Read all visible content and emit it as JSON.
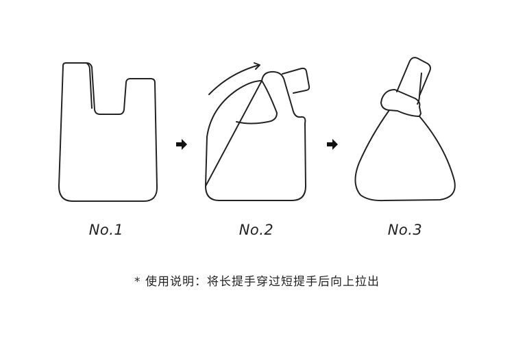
{
  "steps": [
    {
      "label": "No.1",
      "icon": "tote-bag-open-icon"
    },
    {
      "label": "No.2",
      "icon": "tote-bag-handle-threaded-icon"
    },
    {
      "label": "No.3",
      "icon": "tote-bag-knotted-icon"
    }
  ],
  "arrows": [
    "arrow-right-icon",
    "arrow-right-icon"
  ],
  "instruction": "* 使用说明：将长提手穿过短提手后向上拉出",
  "colors": {
    "stroke": "#222222",
    "background": "#ffffff"
  }
}
